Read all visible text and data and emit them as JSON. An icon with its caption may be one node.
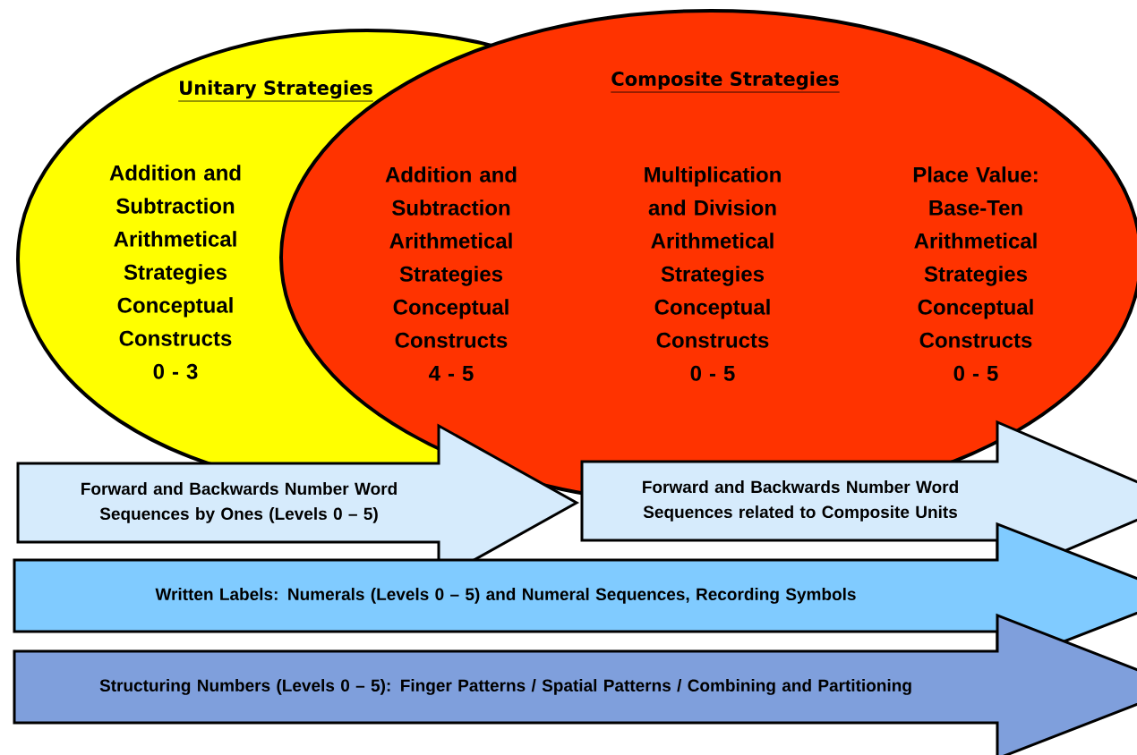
{
  "diagram": {
    "nodes": [
      {
        "text": [
          "Unitary Strategies"
        ]
      },
      {
        "text": [
          "Addition and Subtraction Arithmetical Strategies Conceptual Constructs 0 - 3"
        ],
        "in": 0
      },
      {
        "text": [
          "Composite Strategies"
        ]
      },
      {
        "text": [
          "Addition and Subtraction Arithmetical Strategies Conceptual Constructs 4 - 5"
        ]
      },
      {
        "text": [
          "Multiplication and Division Arithmetical Strategies Conceptual Constructs 0 - 5"
        ],
        "in": 2
      },
      {
        "text": [
          "Place Value: Base-Ten Arithmetical Strategies Conceptual Constructs 0 - 5"
        ],
        "in": 2
      },
      {
        "text": [
          "Forward and Backwards Number Word Sequences by Ones (Levels 0 – 5)"
        ]
      },
      {
        "text": [
          "Forward and Backwards Number Word Sequences related to Composite Units"
        ]
      },
      {
        "text": [
          "Written Labels:  Numerals (Levels 0 – 5) and Numeral Sequences, Recording Symbols"
        ]
      },
      {
        "text": [
          "Structuring Numbers (Levels 0 – 5):  Finger Patterns / Spatial Patterns / Combining and Partitioning"
        ]
      }
    ]
  }
}
